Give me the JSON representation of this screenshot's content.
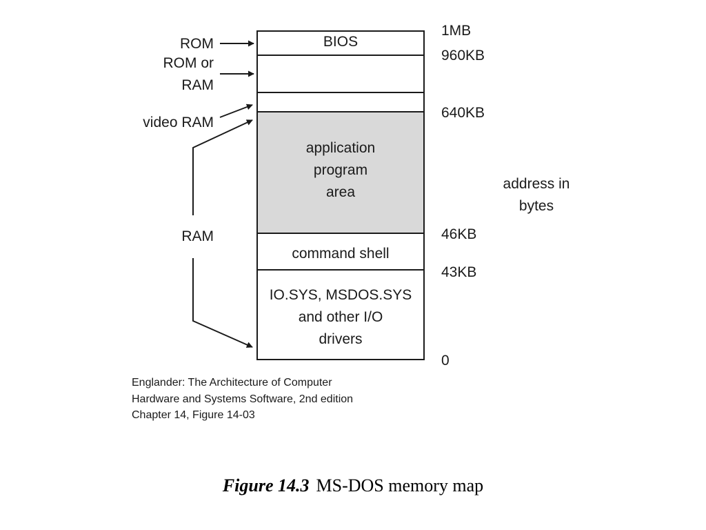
{
  "regions": {
    "bios": "BIOS",
    "rom_or_ram": "",
    "video_ram": "",
    "application": [
      "application",
      "program",
      "area"
    ],
    "command_shell": "command shell",
    "system": [
      "IO.SYS, MSDOS.SYS",
      "and other I/O",
      "drivers"
    ]
  },
  "addresses": {
    "a_1mb": "1MB",
    "a_960kb": "960KB",
    "a_640kb": "640KB",
    "a_46kb": "46KB",
    "a_43kb": "43KB",
    "a_0": "0"
  },
  "address_unit": [
    "address in",
    "bytes"
  ],
  "side_labels": {
    "rom": "ROM",
    "rom_or_ram": [
      "ROM or",
      "RAM"
    ],
    "video_ram": "video RAM",
    "ram": "RAM"
  },
  "credit": [
    "Englander: The Architecture of Computer",
    "Hardware and Systems Software, 2nd edition",
    "Chapter 14, Figure 14-03"
  ],
  "caption": {
    "figure_number": "Figure 14.3",
    "title": "MS-DOS memory map"
  },
  "colors": {
    "application_fill": "#d9d9d9",
    "line": "#1a1a1a"
  }
}
